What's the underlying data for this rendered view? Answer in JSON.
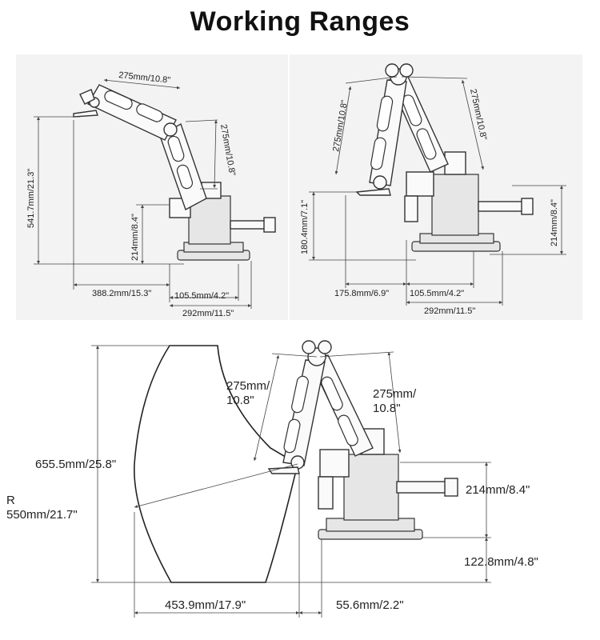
{
  "title": "Working Ranges",
  "panel_top_left": {
    "arm_length_1": "275mm/10.8\"",
    "arm_length_2": "275mm/10.8\"",
    "height": "541.7mm/21.3\"",
    "base_height": "214mm/8.4\"",
    "reach": "388.2mm/15.3\"",
    "base_width": "105.5mm/4.2\"",
    "total_width": "292mm/11.5\""
  },
  "panel_top_right": {
    "arm_length_1": "275mm/10.8\"",
    "arm_length_2": "275mm/10.8\"",
    "low_height": "180.4mm/7.1\"",
    "base_height": "214mm/8.4\"",
    "reach": "175.8mm/6.9\"",
    "base_width": "105.5mm/4.2\"",
    "total_width": "292mm/11.5\""
  },
  "bottom": {
    "arm_length_1_line1": "275mm/",
    "arm_length_1_line2": "10.8\"",
    "arm_length_2_line1": "275mm/",
    "arm_length_2_line2": "10.8\"",
    "total_height": "655.5mm/25.8\"",
    "radius_prefix": "R",
    "radius": "550mm/21.7\"",
    "base_height": "214mm/8.4\"",
    "below_base": "122.8mm/4.8\"",
    "range_width": "453.9mm/17.9\"",
    "inner_offset": "55.6mm/2.2\""
  }
}
